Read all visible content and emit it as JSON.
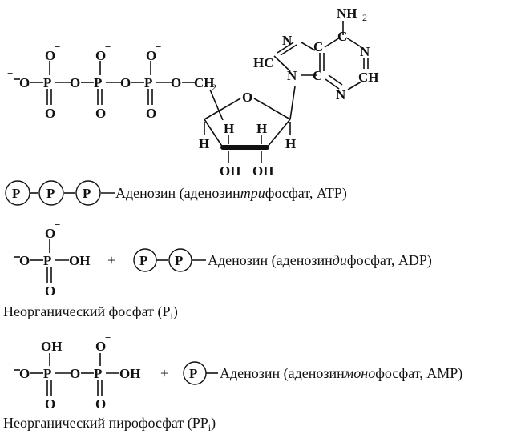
{
  "atp_structure": {
    "atoms": {
      "o": "O",
      "p": "P",
      "h": "H",
      "n": "N",
      "c": "C",
      "hc": "HC",
      "ch": "CH",
      "oh": "OH",
      "nh": "NH",
      "nh_sub": "2",
      "ch2_c": "CH",
      "ch2_sub": "2"
    },
    "minus": "−"
  },
  "lines": {
    "atp": {
      "chain": "P",
      "label": "Аденозин (аденозин",
      "emph": "три",
      "label_end": "фосфат, ATP)"
    },
    "adp": {
      "chain": "P",
      "label": "Аденозин (аденозин",
      "emph": "ди",
      "label_end": "фосфат, ADP)",
      "plus": "+"
    },
    "amp": {
      "chain": "P",
      "label": "Аденозин (аденозин",
      "emph": "моно",
      "label_end": "фосфат, AMP)",
      "plus": "+"
    }
  },
  "captions": {
    "pi_text": "Неорганический фосфат (P",
    "pi_sub": "i",
    "pi_close": ")",
    "ppi_text": "Неорганический пирофосфат (PP",
    "ppi_sub": "i",
    "ppi_close": ")"
  }
}
